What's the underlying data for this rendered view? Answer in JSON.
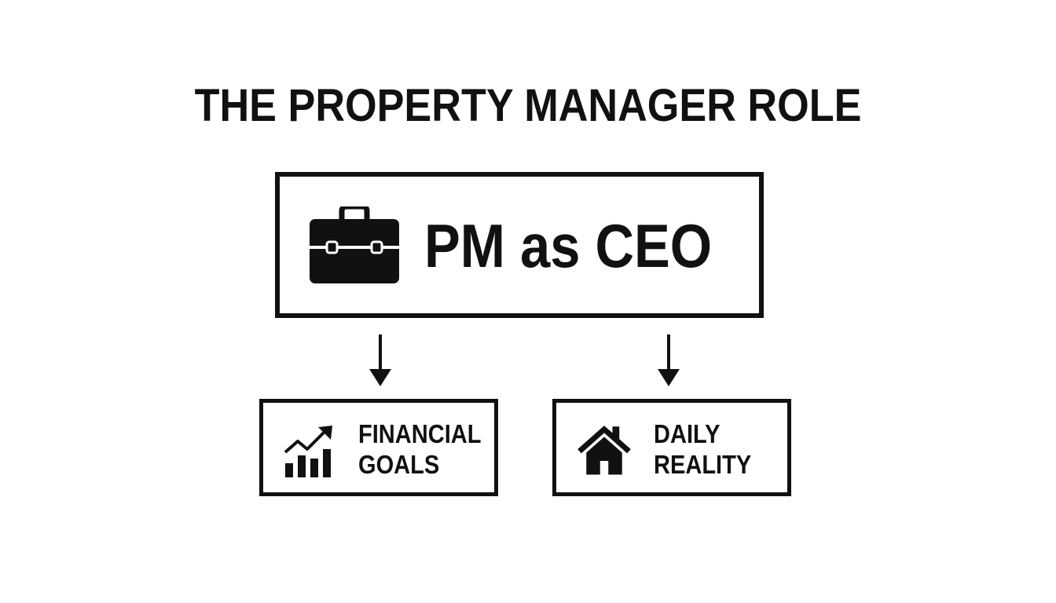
{
  "diagram": {
    "title": "THE PROPERTY MANAGER ROLE",
    "main_node": {
      "label": "PM as CEO",
      "icon": "briefcase-icon"
    },
    "children": [
      {
        "line1": "FINANCIAL",
        "line2": "GOALS",
        "icon": "growth-chart-icon"
      },
      {
        "line1": "DAILY",
        "line2": "REALITY",
        "icon": "house-icon"
      }
    ],
    "colors": {
      "ink": "#111111",
      "background": "#ffffff"
    }
  }
}
